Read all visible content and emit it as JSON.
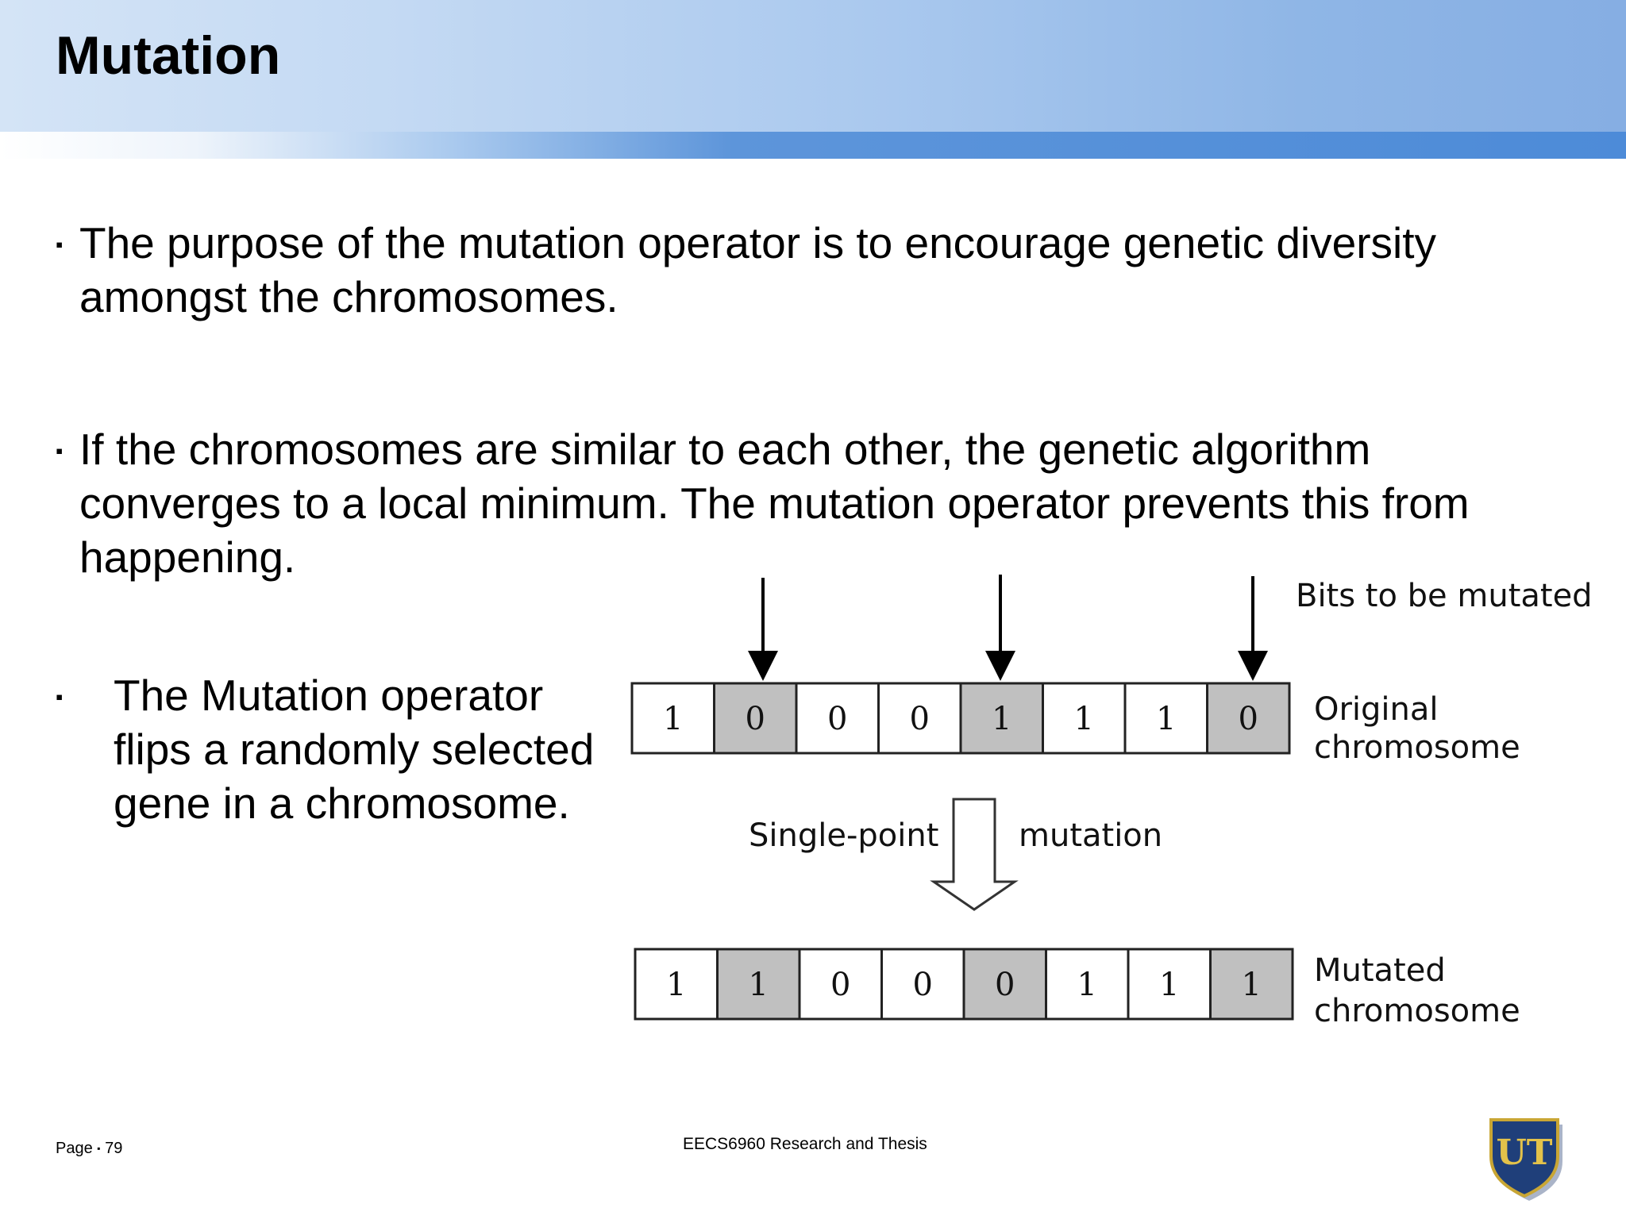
{
  "slide": {
    "title": "Mutation",
    "bullets": [
      "The purpose of the mutation operator is to encourage genetic diversity amongst the chromosomes.",
      "If the chromosomes are similar to each other, the genetic algorithm converges to a local minimum. The mutation operator prevents this from happening.",
      "The Mutation operator flips a randomly selected gene in a chromosome."
    ],
    "bullet_marker": "▪"
  },
  "diagram": {
    "bits_label": "Bits to be mutated",
    "original_label": [
      "Original",
      "chromosome"
    ],
    "mutated_label": [
      "Mutated",
      "chromosome"
    ],
    "single_point_label": "Single-point",
    "mutation_label": "mutation",
    "original_bits": [
      "1",
      "0",
      "0",
      "0",
      "1",
      "1",
      "1",
      "0"
    ],
    "mutated_bits": [
      "1",
      "1",
      "0",
      "0",
      "0",
      "1",
      "1",
      "1"
    ],
    "highlighted_cells": [
      1,
      4,
      7
    ],
    "highlight_color": "#c0c0c0"
  },
  "footer": {
    "page_label": "Page",
    "page_number": "79",
    "course": "EECS6960 Research and Thesis",
    "logo_text": "UT"
  }
}
